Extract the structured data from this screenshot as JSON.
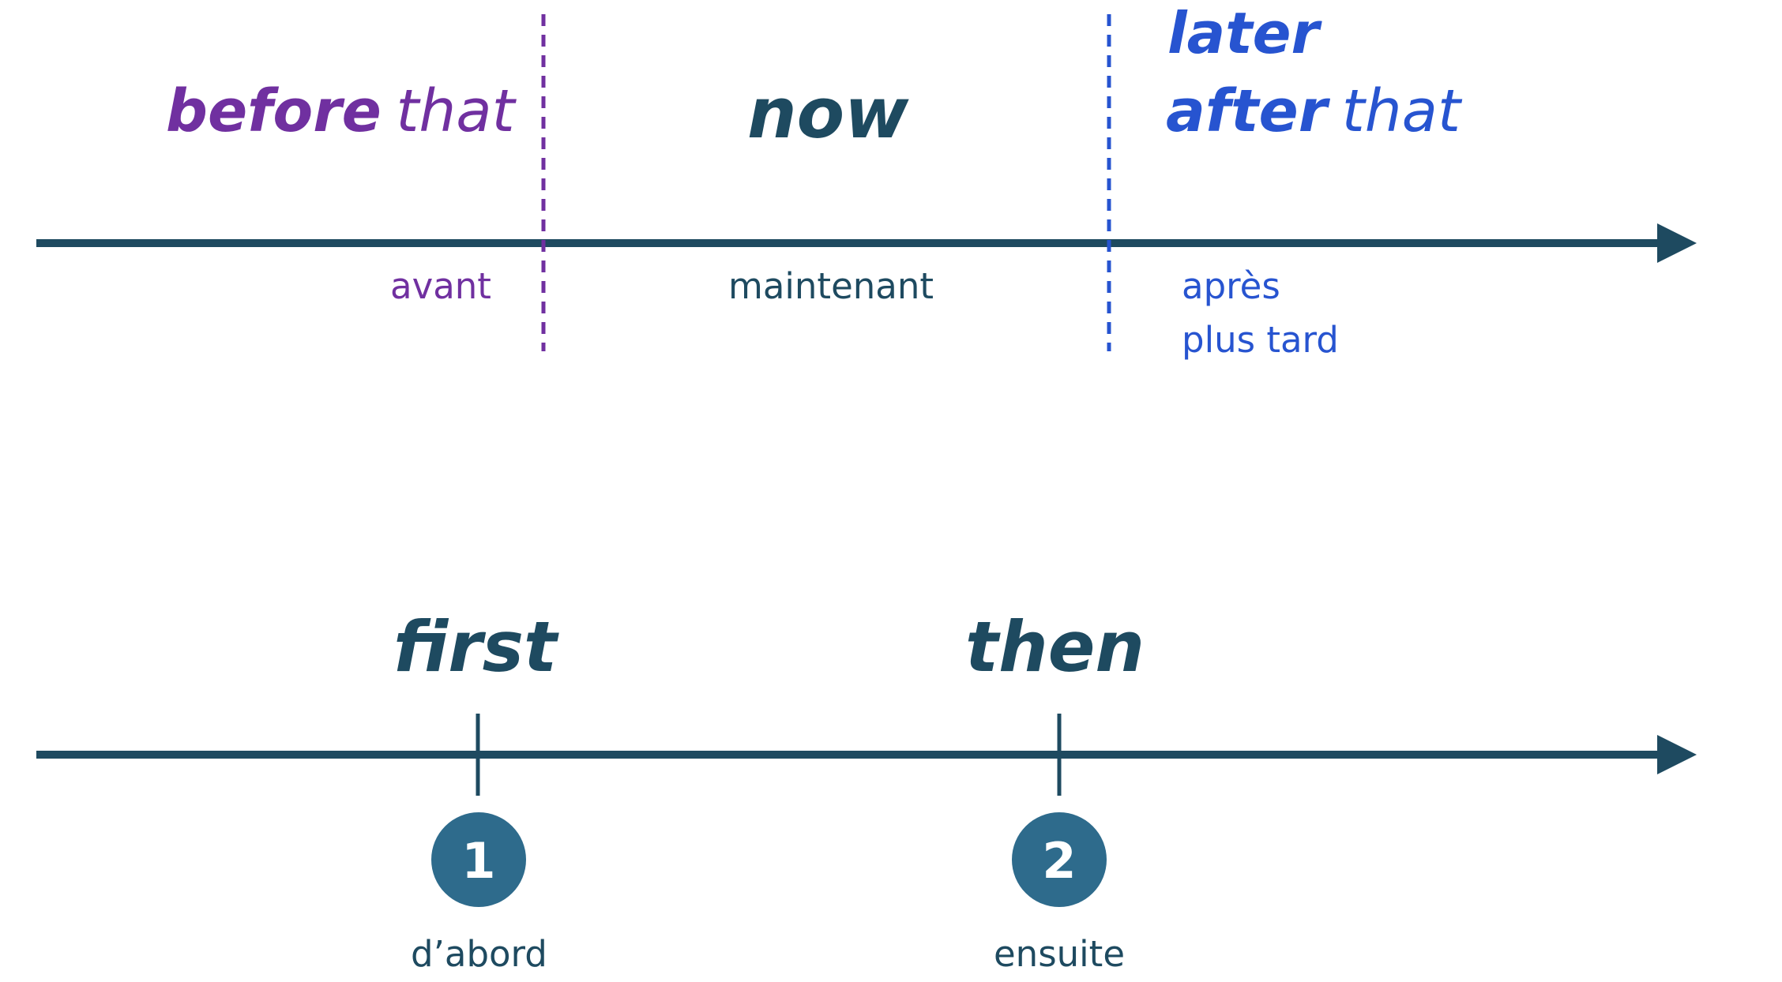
{
  "colors": {
    "navy": "#1e4a60",
    "purple": "#7030a0",
    "blue": "#2754d0",
    "badge": "#2e6b8c"
  },
  "timeline1": {
    "before": {
      "bold": "before",
      "light": "that",
      "french": "avant"
    },
    "now": {
      "label": "now",
      "french": "maintenant"
    },
    "after": {
      "later": "later",
      "bold": "after",
      "light": "that",
      "french_1": "après",
      "french_2": "plus tard"
    }
  },
  "timeline2": {
    "first": {
      "label": "first",
      "number": "1",
      "french": "d’abord"
    },
    "then": {
      "label": "then",
      "number": "2",
      "french": "ensuite"
    }
  }
}
